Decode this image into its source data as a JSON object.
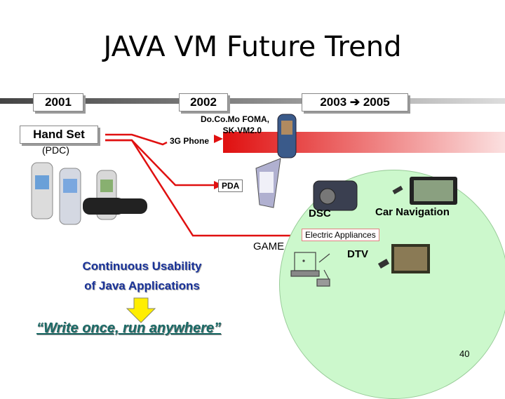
{
  "title": "JAVA VM Future Trend",
  "timeline": {
    "year1": "2001",
    "year2": "2002",
    "year3": "2003 ➔ 2005"
  },
  "left": {
    "handset": "Hand Set",
    "pdc": "(PDC)"
  },
  "phones": {
    "docomo_line1": "Do.Co.Mo FOMA,",
    "docomo_line2": "SK-VM2.0",
    "three_g": "3G Phone"
  },
  "labels": {
    "pda": "PDA",
    "dsc": "DSC",
    "car_navigation": "Car Navigation",
    "electric_appliances": "Electric Appliances",
    "game": "GAME",
    "dtv": "DTV"
  },
  "usability": {
    "line1": "Continuous Usability",
    "line2": "of Java Applications"
  },
  "slogan": "“Write once, run anywhere”",
  "page_number": "40",
  "colors": {
    "arrow_red": "#e01010",
    "circle_green": "#ccf8cc",
    "usability_blue": "#1a3399",
    "slogan_teal": "#1a6a66",
    "down_arrow_yellow": "#ffee00"
  }
}
